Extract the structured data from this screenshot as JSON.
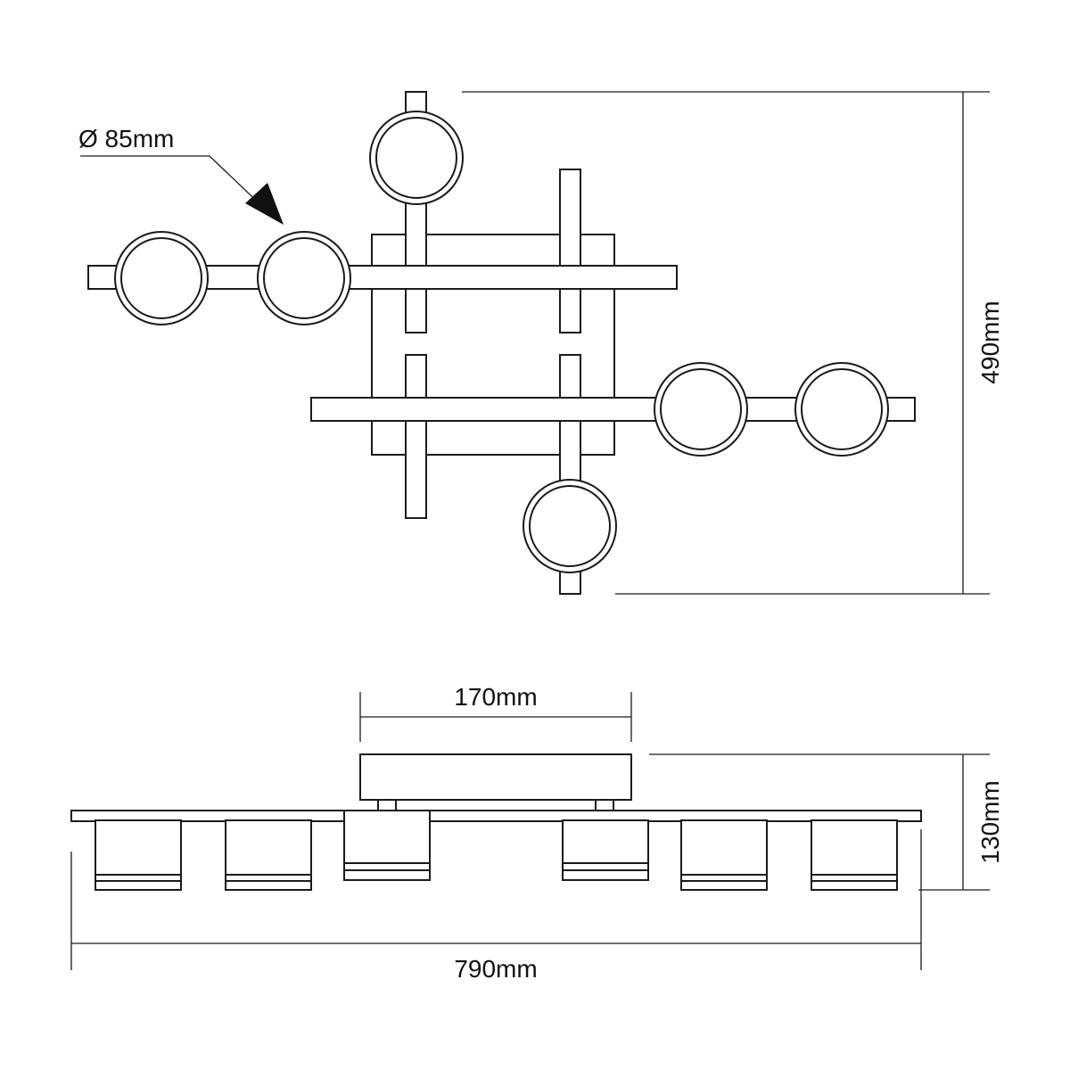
{
  "top_view": {
    "diameter_label": "Ø 85mm",
    "height_label": "490mm"
  },
  "side_view": {
    "base_width_label": "170mm",
    "height_label": "130mm",
    "total_width_label": "790mm"
  },
  "colors": {
    "line": "#1a1a1a",
    "background": "#ffffff"
  }
}
